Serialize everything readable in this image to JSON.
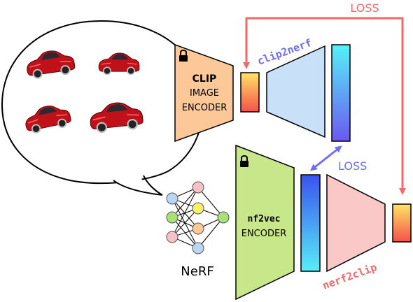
{
  "labels": {
    "loss_top": "LOSS",
    "loss_mid": "LOSS",
    "clip2nerf": "clip2nerf",
    "nerf2clip": "nerf2clip",
    "clip_title": "CLIP",
    "clip_line2": "IMAGE",
    "clip_line3": "ENCODER",
    "nf2vec_title": "nf2vec",
    "nf2vec_line2": "ENCODER",
    "nerf": "NeRF"
  },
  "icons": {
    "clip_lock": "lock-icon",
    "nf2vec_lock": "lock-icon"
  },
  "colors": {
    "loss_red": "#f06a6a",
    "loss_blue": "#6f6ff2",
    "clip_encoder": "#fdc898",
    "nf2vec_encoder": "#c8e68a",
    "clip2nerf_block": "#c8e0f8",
    "nerf2clip_block": "#fbc8c8",
    "car_red": "#c0101a"
  }
}
